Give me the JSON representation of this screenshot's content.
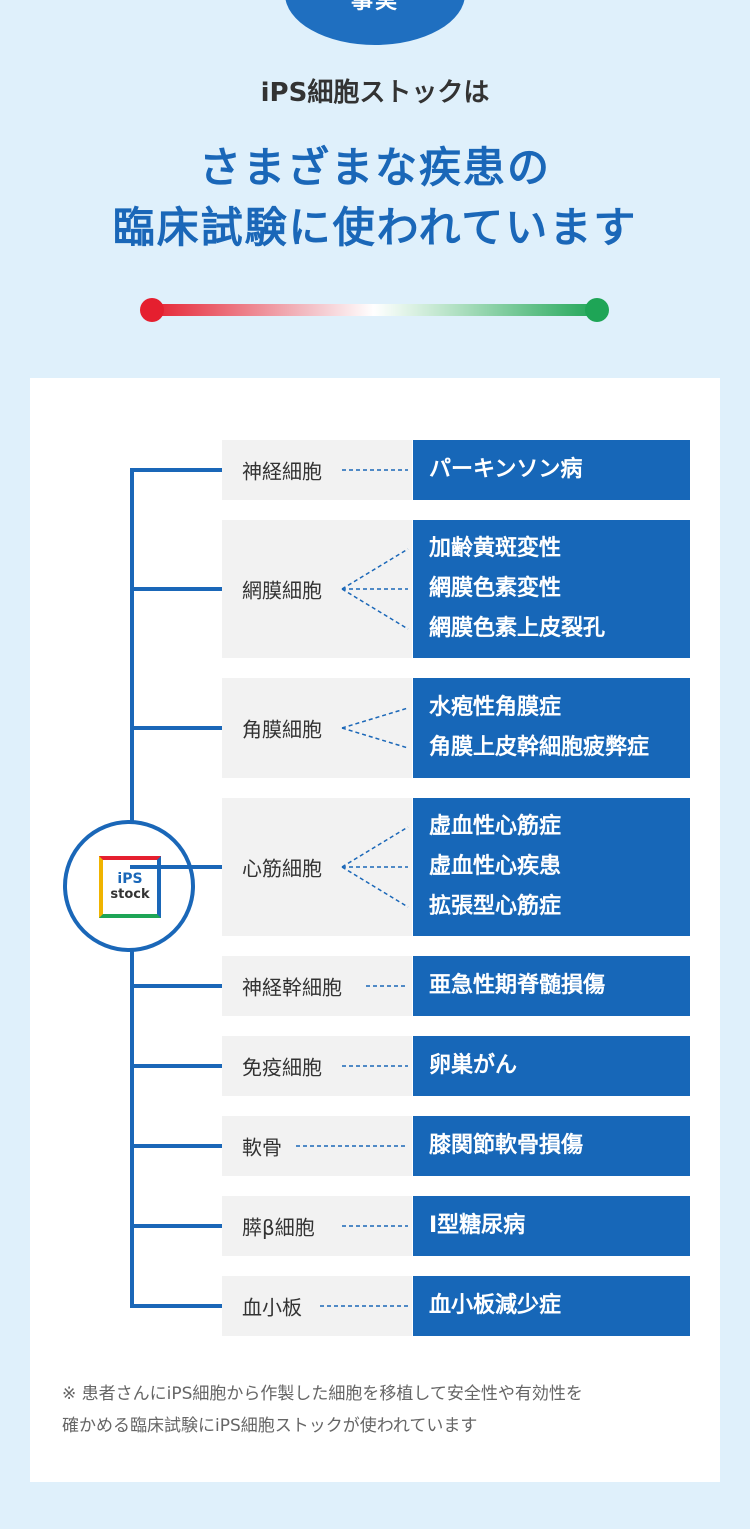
{
  "tab": {
    "label": "事実"
  },
  "header": {
    "subtitle": "iPS細胞ストックは",
    "headline_line1": "さまざまな疾患の",
    "headline_line2": "臨床試験に使われています"
  },
  "hub": {
    "logo_top": "iPS",
    "logo_bottom": "stock"
  },
  "rows": [
    {
      "cell": "神経細胞",
      "diseases": [
        "パーキンソン病"
      ]
    },
    {
      "cell": "網膜細胞",
      "diseases": [
        "加齢黄斑変性",
        "網膜色素変性",
        "網膜色素上皮裂孔"
      ]
    },
    {
      "cell": "角膜細胞",
      "diseases": [
        "水疱性角膜症",
        "角膜上皮幹細胞疲弊症"
      ]
    },
    {
      "cell": "心筋細胞",
      "diseases": [
        "虚血性心筋症",
        "虚血性心疾患",
        "拡張型心筋症"
      ]
    },
    {
      "cell": "神経幹細胞",
      "diseases": [
        "亜急性期脊髄損傷"
      ]
    },
    {
      "cell": "免疫細胞",
      "diseases": [
        "卵巣がん"
      ]
    },
    {
      "cell": "軟骨",
      "diseases": [
        "膝関節軟骨損傷"
      ]
    },
    {
      "cell": "膵β細胞",
      "diseases": [
        "I型糖尿病"
      ]
    },
    {
      "cell": "血小板",
      "diseases": [
        "血小板減少症"
      ]
    }
  ],
  "note": {
    "line1": "※ 患者さんにiPS細胞から作製した細胞を移植して安全性や有効性を",
    "line2": "確かめる臨床試験にiPS細胞ストックが使われています"
  },
  "colors": {
    "blue": "#1a67b8",
    "red": "#e51f2f",
    "green": "#1ea556",
    "bg": "#dff0fb"
  }
}
